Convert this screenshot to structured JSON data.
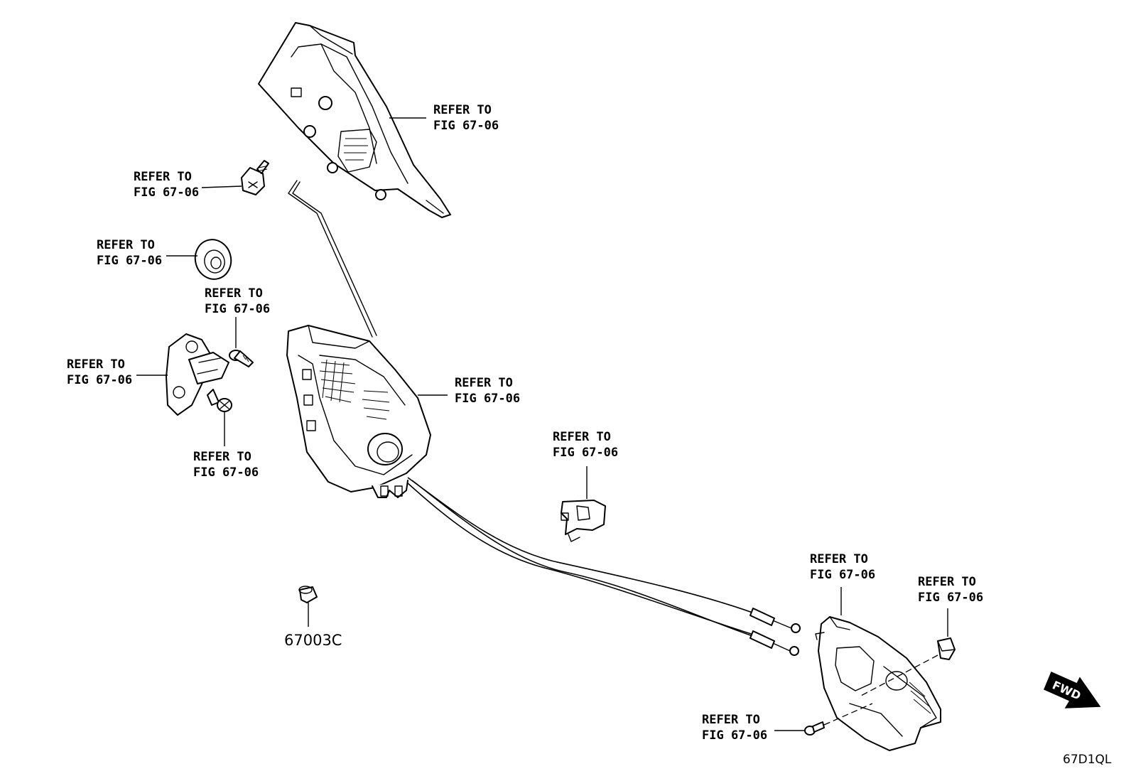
{
  "diagram": {
    "figure_id": "67D1QL",
    "direction_label": "FWD",
    "part_number": "67003C",
    "callouts": [
      {
        "line1": "REFER TO",
        "line2": "FIG 67-06"
      },
      {
        "line1": "REFER TO",
        "line2": "FIG 67-06"
      },
      {
        "line1": "REFER TO",
        "line2": "FIG 67-06"
      },
      {
        "line1": "REFER TO",
        "line2": "FIG 67-06"
      },
      {
        "line1": "REFER TO",
        "line2": "FIG 67-06"
      },
      {
        "line1": "REFER TO",
        "line2": "FIG 67-06"
      },
      {
        "line1": "REFER TO",
        "line2": "FIG 67-06"
      },
      {
        "line1": "REFER TO",
        "line2": "FIG 67-06"
      },
      {
        "line1": "REFER TO",
        "line2": "FIG 67-06"
      },
      {
        "line1": "REFER TO",
        "line2": "FIG 67-06"
      },
      {
        "line1": "REFER TO",
        "line2": "FIG 67-06"
      }
    ]
  }
}
